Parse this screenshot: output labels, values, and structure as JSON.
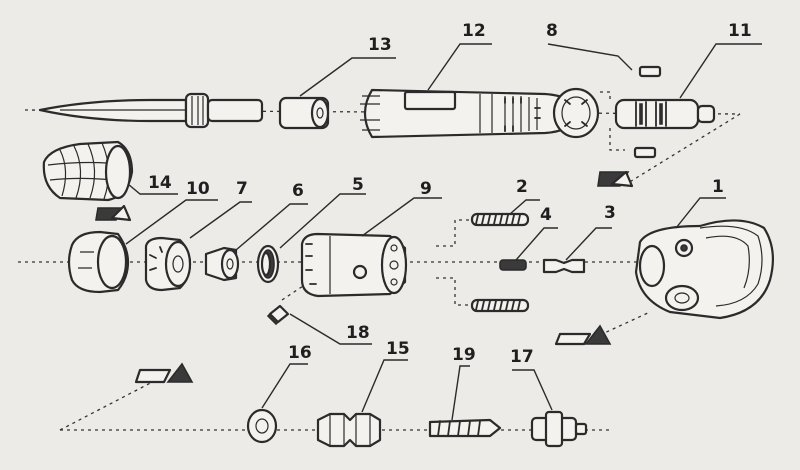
{
  "diagram": {
    "callouts": [
      {
        "id": "1",
        "label": "1"
      },
      {
        "id": "2",
        "label": "2"
      },
      {
        "id": "3",
        "label": "3"
      },
      {
        "id": "4",
        "label": "4"
      },
      {
        "id": "5",
        "label": "5"
      },
      {
        "id": "6",
        "label": "6"
      },
      {
        "id": "7",
        "label": "7"
      },
      {
        "id": "8",
        "label": "8"
      },
      {
        "id": "9",
        "label": "9"
      },
      {
        "id": "10",
        "label": "10"
      },
      {
        "id": "11",
        "label": "11"
      },
      {
        "id": "12",
        "label": "12"
      },
      {
        "id": "13",
        "label": "13"
      },
      {
        "id": "14",
        "label": "14"
      },
      {
        "id": "15",
        "label": "15"
      },
      {
        "id": "16",
        "label": "16"
      },
      {
        "id": "17",
        "label": "17"
      },
      {
        "id": "18",
        "label": "18"
      },
      {
        "id": "19",
        "label": "19"
      }
    ]
  },
  "colors": {
    "ink": "#2b2b2b",
    "paper": "#ecebe7"
  }
}
